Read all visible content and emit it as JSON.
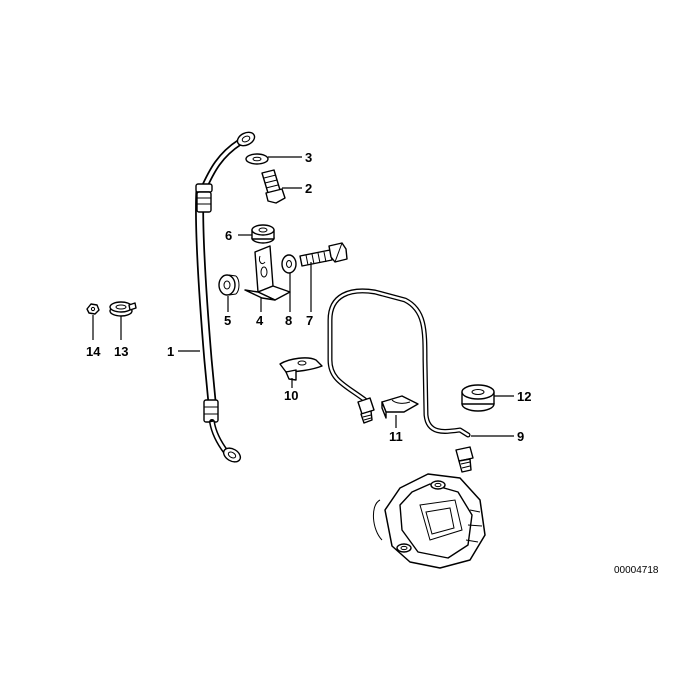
{
  "diagram": {
    "reference_number": "00004718",
    "callouts": [
      {
        "id": "1",
        "text": "1"
      },
      {
        "id": "2",
        "text": "2"
      },
      {
        "id": "3",
        "text": "3"
      },
      {
        "id": "4",
        "text": "4"
      },
      {
        "id": "5",
        "text": "5"
      },
      {
        "id": "6",
        "text": "6"
      },
      {
        "id": "7",
        "text": "7"
      },
      {
        "id": "8",
        "text": "8"
      },
      {
        "id": "9",
        "text": "9"
      },
      {
        "id": "10",
        "text": "10"
      },
      {
        "id": "11",
        "text": "11"
      },
      {
        "id": "12",
        "text": "12"
      },
      {
        "id": "13",
        "text": "13"
      },
      {
        "id": "14",
        "text": "14"
      }
    ]
  }
}
